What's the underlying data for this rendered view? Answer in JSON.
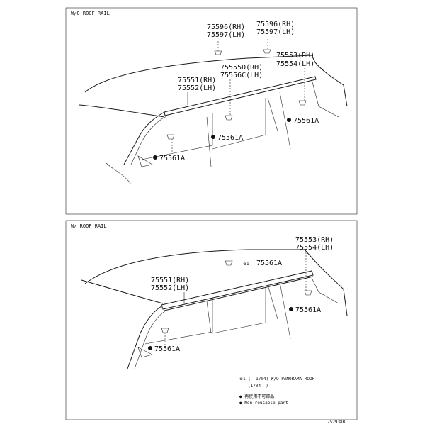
{
  "sections": [
    {
      "header": "W/O ROOF RAIL",
      "labels": {
        "clip_rh_lh_a": [
          "75596(RH)",
          "75597(LH)"
        ],
        "clip_rh_lh_b": [
          "75596(RH)",
          "75597(LH)"
        ],
        "end_piece": [
          "75553(RH)",
          "75554(LH)"
        ],
        "center_piece": [
          "75555D(RH)",
          "75556C(LH)"
        ],
        "front_piece": [
          "75551(RH)",
          "75552(LH)"
        ],
        "clip_1": "75561A",
        "clip_2": "75561A",
        "clip_3": "75561A"
      }
    },
    {
      "header": "W/ ROOF RAIL",
      "labels": {
        "end_piece": [
          "75553(RH)",
          "75554(LH)"
        ],
        "front_piece": [
          "75551(RH)",
          "75552(LH)"
        ],
        "clip_top": "75561A",
        "clip_top_prefix": "※1",
        "clip_rear": "75561A",
        "clip_front": "75561A"
      }
    }
  ],
  "notes": {
    "note_line_1": "※1 (      -1704) W/O PANORAMA ROOF",
    "note_line_2": "(1704-      )",
    "legend_1": "● 再使用不可部品",
    "legend_2": "● Non-reusable part"
  },
  "figure_id": "752938B"
}
